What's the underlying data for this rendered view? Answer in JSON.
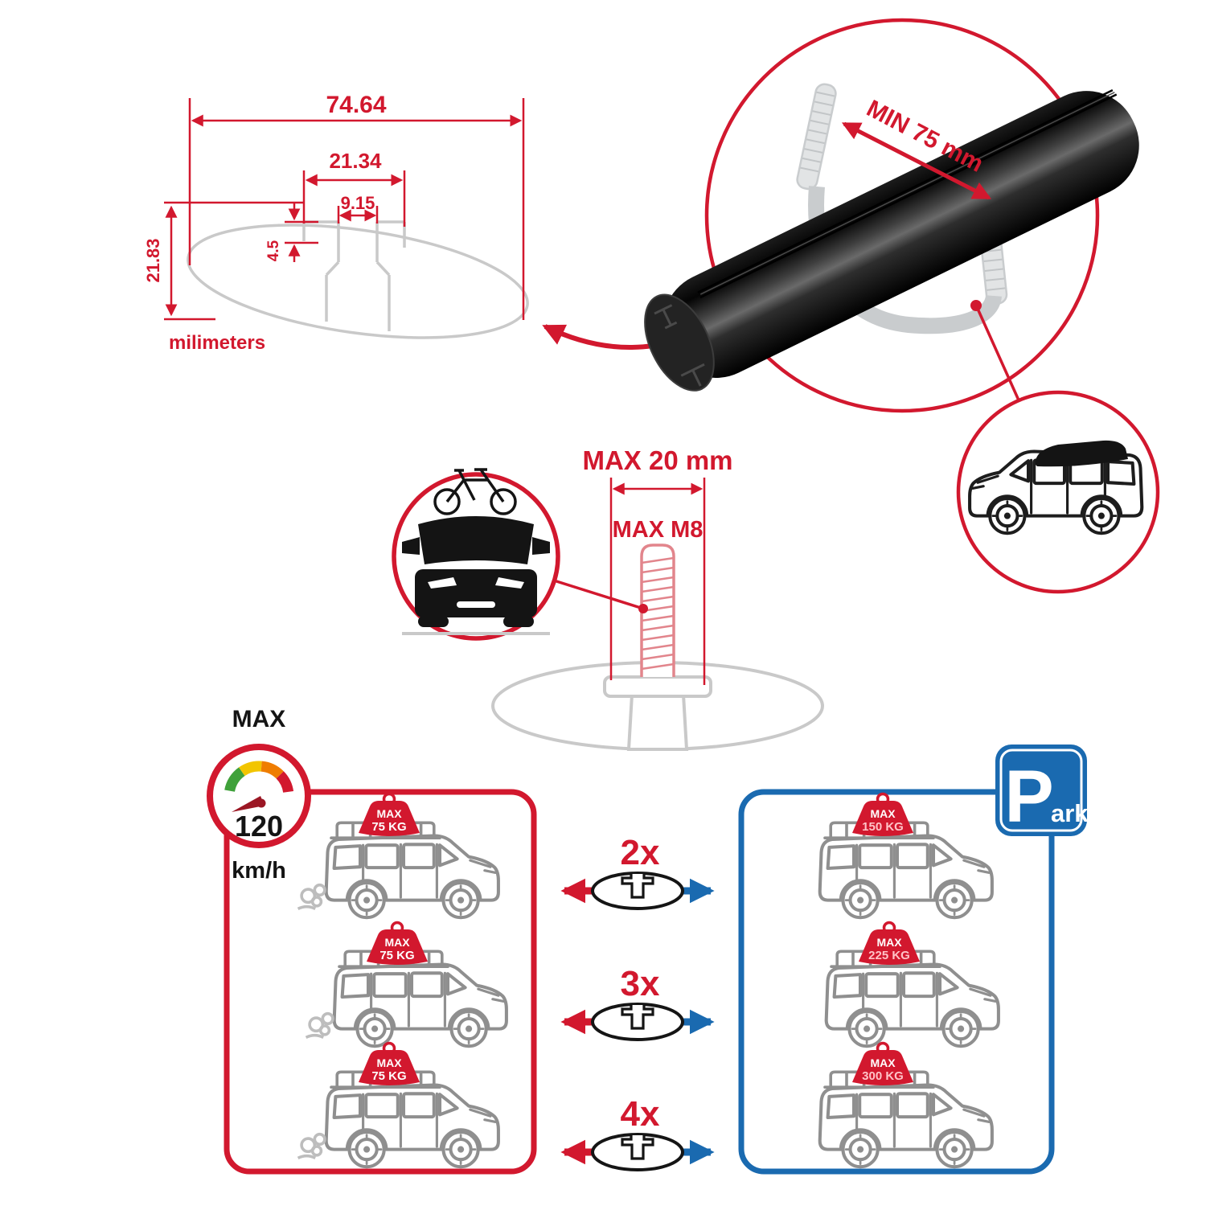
{
  "colors": {
    "accent_red": "#d2182e",
    "accent_blue": "#1a6ab0",
    "line_gray": "#c9c9c9",
    "car_gray": "#8f8f8f"
  },
  "tech_drawing": {
    "dim_total_width": "74.64",
    "dim_channel_width": "21.34",
    "dim_slot_width": "9.15",
    "dim_lip_depth": "4.5",
    "dim_total_height": "21.83",
    "units_label": "milimeters"
  },
  "bar_detail": {
    "min_label": "MIN 75 mm"
  },
  "bolt_detail": {
    "width_label": "MAX 20 mm",
    "thread_label": "MAX M8"
  },
  "speed_gauge": {
    "title": "MAX",
    "value": "120",
    "unit": "km/h"
  },
  "park_sign": {
    "p": "P",
    "ark": "ark"
  },
  "rows": [
    {
      "multiplier": "2x",
      "driving": {
        "tag_title": "MAX",
        "tag_weight": "75 KG"
      },
      "parked": {
        "tag_title": "MAX",
        "tag_weight": "150 KG"
      }
    },
    {
      "multiplier": "3x",
      "driving": {
        "tag_title": "MAX",
        "tag_weight": "75 KG"
      },
      "parked": {
        "tag_title": "MAX",
        "tag_weight": "225 KG"
      }
    },
    {
      "multiplier": "4x",
      "driving": {
        "tag_title": "MAX",
        "tag_weight": "75 KG"
      },
      "parked": {
        "tag_title": "MAX",
        "tag_weight": "300 KG"
      }
    }
  ]
}
